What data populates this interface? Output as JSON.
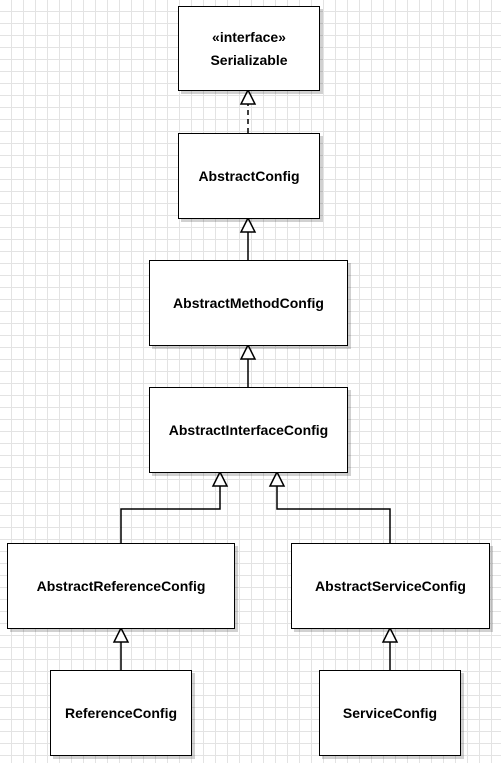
{
  "diagram": {
    "nodes": {
      "serializable": {
        "stereotype": "«interface»",
        "name": "Serializable"
      },
      "abstract_config": {
        "name": "AbstractConfig"
      },
      "abstract_method_config": {
        "name": "AbstractMethodConfig"
      },
      "abstract_interface_config": {
        "name": "AbstractInterfaceConfig"
      },
      "abstract_reference_config": {
        "name": "AbstractReferenceConfig"
      },
      "abstract_service_config": {
        "name": "AbstractServiceConfig"
      },
      "reference_config": {
        "name": "ReferenceConfig"
      },
      "service_config": {
        "name": "ServiceConfig"
      }
    },
    "edges": [
      {
        "from": "abstract_config",
        "to": "serializable",
        "kind": "realization"
      },
      {
        "from": "abstract_method_config",
        "to": "abstract_config",
        "kind": "generalization"
      },
      {
        "from": "abstract_interface_config",
        "to": "abstract_method_config",
        "kind": "generalization"
      },
      {
        "from": "abstract_reference_config",
        "to": "abstract_interface_config",
        "kind": "generalization"
      },
      {
        "from": "abstract_service_config",
        "to": "abstract_interface_config",
        "kind": "generalization"
      },
      {
        "from": "reference_config",
        "to": "abstract_reference_config",
        "kind": "generalization"
      },
      {
        "from": "service_config",
        "to": "abstract_service_config",
        "kind": "generalization"
      }
    ]
  }
}
